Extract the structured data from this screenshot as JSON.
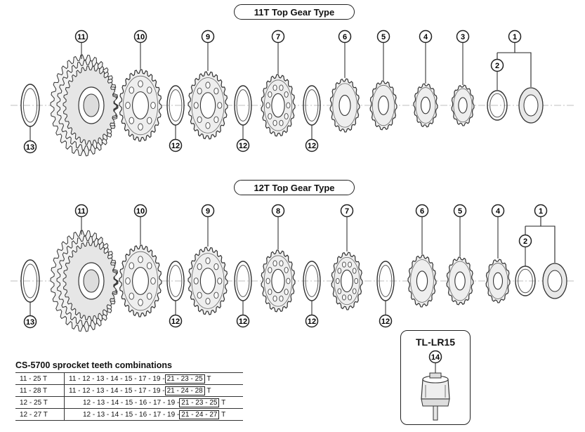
{
  "titles": {
    "top": "11T Top Gear Type",
    "bottom": "12T Top Gear Type"
  },
  "callouts": {
    "row_11t": [
      "11",
      "10",
      "9",
      "7",
      "6",
      "5",
      "4",
      "3",
      "1",
      "2",
      "13",
      "12",
      "12",
      "12"
    ],
    "row_12t": [
      "11",
      "10",
      "9",
      "8",
      "7",
      "6",
      "5",
      "4",
      "1",
      "2",
      "13",
      "12",
      "12",
      "12",
      "12"
    ],
    "tool": "14"
  },
  "table": {
    "heading": "CS-5700 sprocket teeth combinations",
    "rows": [
      {
        "range": "11 - 25 T",
        "main": "11 - 12 - 13 - 14 - 15 - 17 - 19 -",
        "boxed": "21 - 23 - 25",
        "suffix": "T"
      },
      {
        "range": "11 - 28 T",
        "main": "11 - 12 - 13 - 14 - 15 - 17 - 19 -",
        "boxed": "21 - 24 - 28",
        "suffix": "T"
      },
      {
        "range": "12 - 25 T",
        "main": "12 - 13 - 14 - 15 - 16 - 17 - 19 -",
        "boxed": "21 - 23 - 25",
        "suffix": "T"
      },
      {
        "range": "12 - 27 T",
        "main": "12 - 13 - 14 - 15 - 16 - 17 - 19 -",
        "boxed": "21 - 24 - 27",
        "suffix": "T"
      }
    ]
  },
  "tool": {
    "name": "TL-LR15"
  }
}
